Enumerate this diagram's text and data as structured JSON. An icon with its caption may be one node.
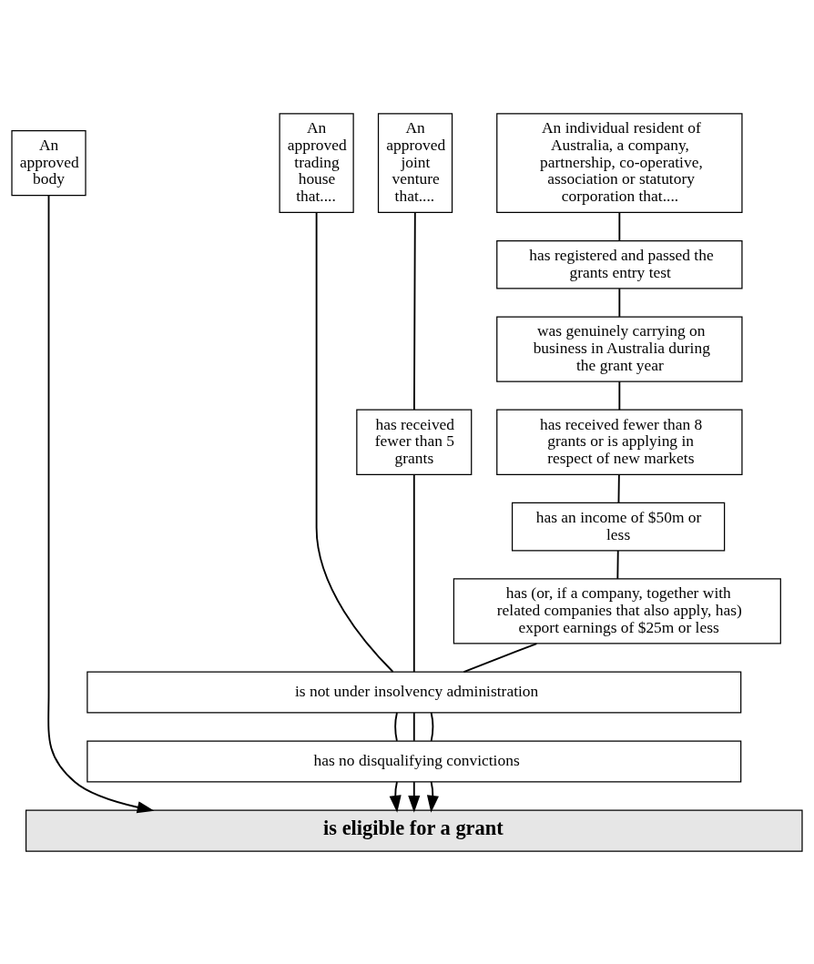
{
  "diagram": {
    "nodes": [
      {
        "text": [
          "An individual resident of Australia, a company, partnership, co-operative, association or statutory corporation that...."
        ]
      },
      {
        "text": [
          "An approved joint venture that...."
        ]
      },
      {
        "text": [
          "An approved trading house that...."
        ]
      },
      {
        "text": [
          "An approved body"
        ]
      },
      {
        "text": [
          "has registered and passed the grants entry test"
        ]
      },
      {
        "text": [
          "was genuinely carrying on business in Australia during the grant year"
        ]
      },
      {
        "text": [
          "has received fewer than 8 grants or is applying in respect of new markets"
        ]
      },
      {
        "text": [
          "has received fewer than 5 grants"
        ]
      },
      {
        "text": [
          "has an income of $50m or less"
        ]
      },
      {
        "text": [
          "has (or, if a company, together with related companies that also apply, has) export earnings of $25m or less"
        ]
      },
      {
        "text": [
          "is not under insolvency administration"
        ]
      },
      {
        "text": [
          "has no disqualifying convictions"
        ]
      },
      {
        "text": [
          "is eligible for a grant"
        ]
      }
    ],
    "edges": [
      {
        "from": 0,
        "to": 4,
        "arrow": "none"
      },
      {
        "from": 4,
        "to": 5,
        "arrow": "none"
      },
      {
        "from": 5,
        "to": 6,
        "arrow": "none"
      },
      {
        "from": 6,
        "to": 8,
        "arrow": "none"
      },
      {
        "from": 8,
        "to": 9,
        "arrow": "none"
      },
      {
        "from": 9,
        "to": 10,
        "arrow": "none"
      },
      {
        "from": 1,
        "to": 7,
        "arrow": "none"
      },
      {
        "from": 7,
        "to": 10,
        "arrow": "none"
      },
      {
        "from": 2,
        "to": 10,
        "arrow": "none"
      },
      {
        "from": 10,
        "to": 11,
        "arrow": "none"
      },
      {
        "from": 10,
        "to": 11,
        "arrow": "none"
      },
      {
        "from": 10,
        "to": 11,
        "arrow": "none"
      },
      {
        "from": 11,
        "to": 12,
        "arrow": "to"
      },
      {
        "from": 11,
        "to": 12,
        "arrow": "to"
      },
      {
        "from": 11,
        "to": 12,
        "arrow": "to"
      },
      {
        "from": 3,
        "to": 12,
        "arrow": "to"
      }
    ]
  }
}
